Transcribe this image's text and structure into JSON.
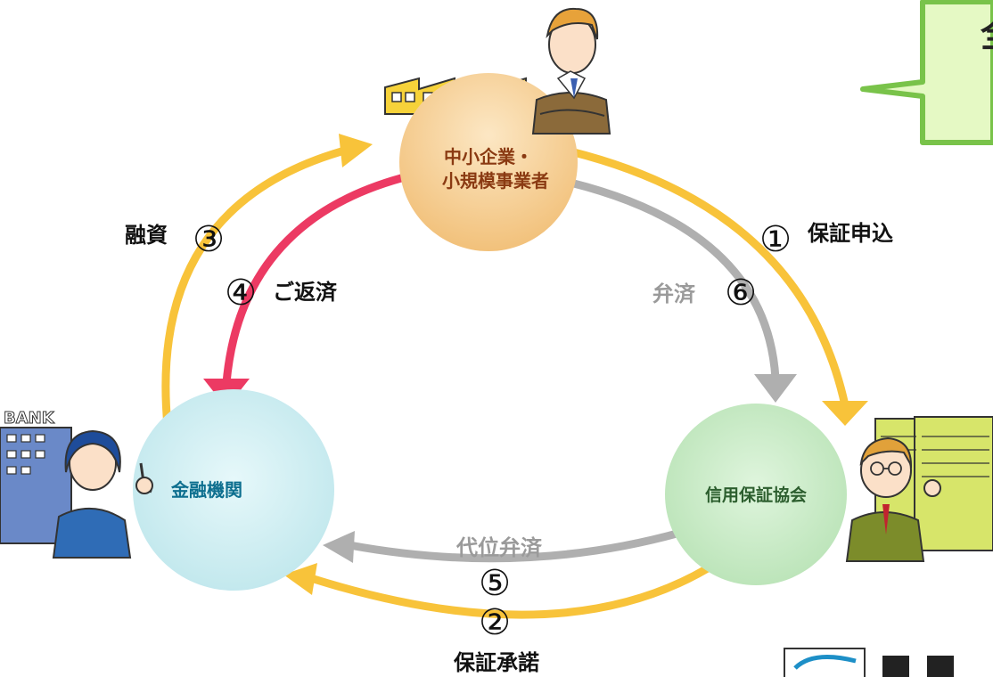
{
  "nodes": {
    "sme": {
      "line1": "中小企業・",
      "line2": "小規模事業者"
    },
    "bank": {
      "label": "金融機関",
      "sign": "BANK"
    },
    "guarantee_assoc": {
      "label": "信用保証協会"
    }
  },
  "steps": [
    {
      "num": "①",
      "label": "保証申込"
    },
    {
      "num": "②",
      "label": "保証承諾"
    },
    {
      "num": "③",
      "label": "融資"
    },
    {
      "num": "④",
      "label": "ご返済"
    },
    {
      "num": "⑤",
      "label": "代位弁済"
    },
    {
      "num": "⑥",
      "label": "弁済"
    }
  ],
  "colors": {
    "yellow_arrow": "#F8C33A",
    "gray_arrow": "#AFAFAF",
    "red_arrow": "#EC3A63",
    "sme_circle": "#F4C98B",
    "bank_circle": "#CDEDF1",
    "assoc_circle": "#C8EBC6",
    "callout_fill": "#E5F9C4",
    "callout_border": "#79C34A"
  }
}
